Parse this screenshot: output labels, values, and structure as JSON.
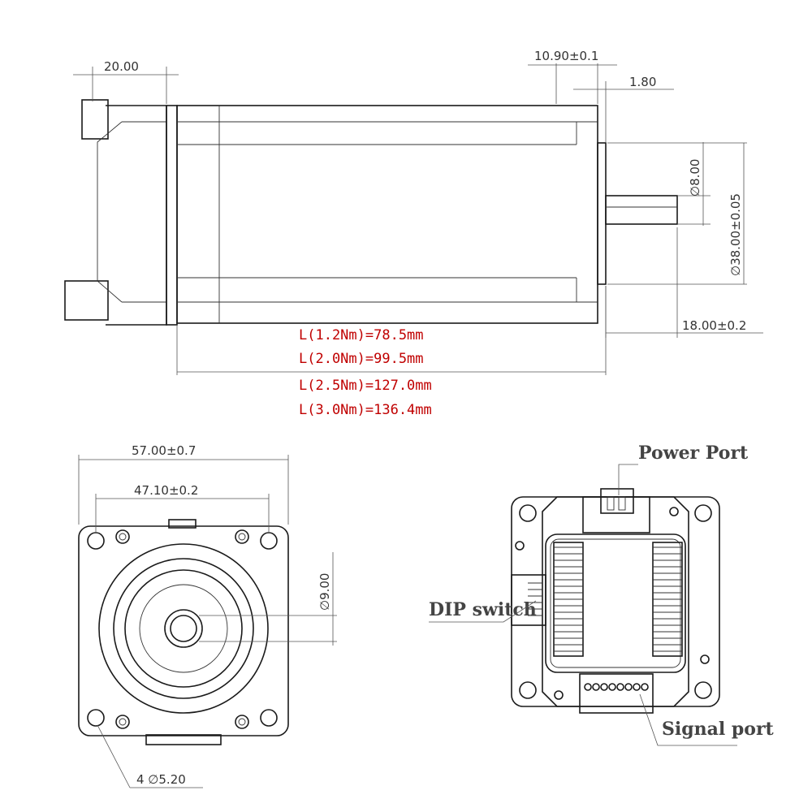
{
  "side_view": {
    "dims": {
      "flange_depth": "20.00",
      "shaft_boss": "10.90±0.1",
      "boss_height": "1.80",
      "shaft_dia": "∅8.00",
      "pilot_dia": "∅38.00±0.05",
      "shaft_length": "18.00±0.2"
    },
    "length_table": [
      "L(1.2Nm)=78.5mm",
      "L(2.0Nm)=99.5mm",
      "L(2.5Nm)=127.0mm",
      "L(3.0Nm)=136.4mm"
    ]
  },
  "front_view": {
    "dims": {
      "width": "57.00±0.7",
      "hole_spacing": "47.10±0.2",
      "bore_dia": "∅9.00",
      "holes": "4 ∅5.20"
    }
  },
  "rear_view": {
    "labels": {
      "power": "Power Port",
      "dip": "DIP switch",
      "signal": "Signal port"
    }
  },
  "colors": {
    "line": "#1a1a1a",
    "table_text": "#c00000"
  }
}
